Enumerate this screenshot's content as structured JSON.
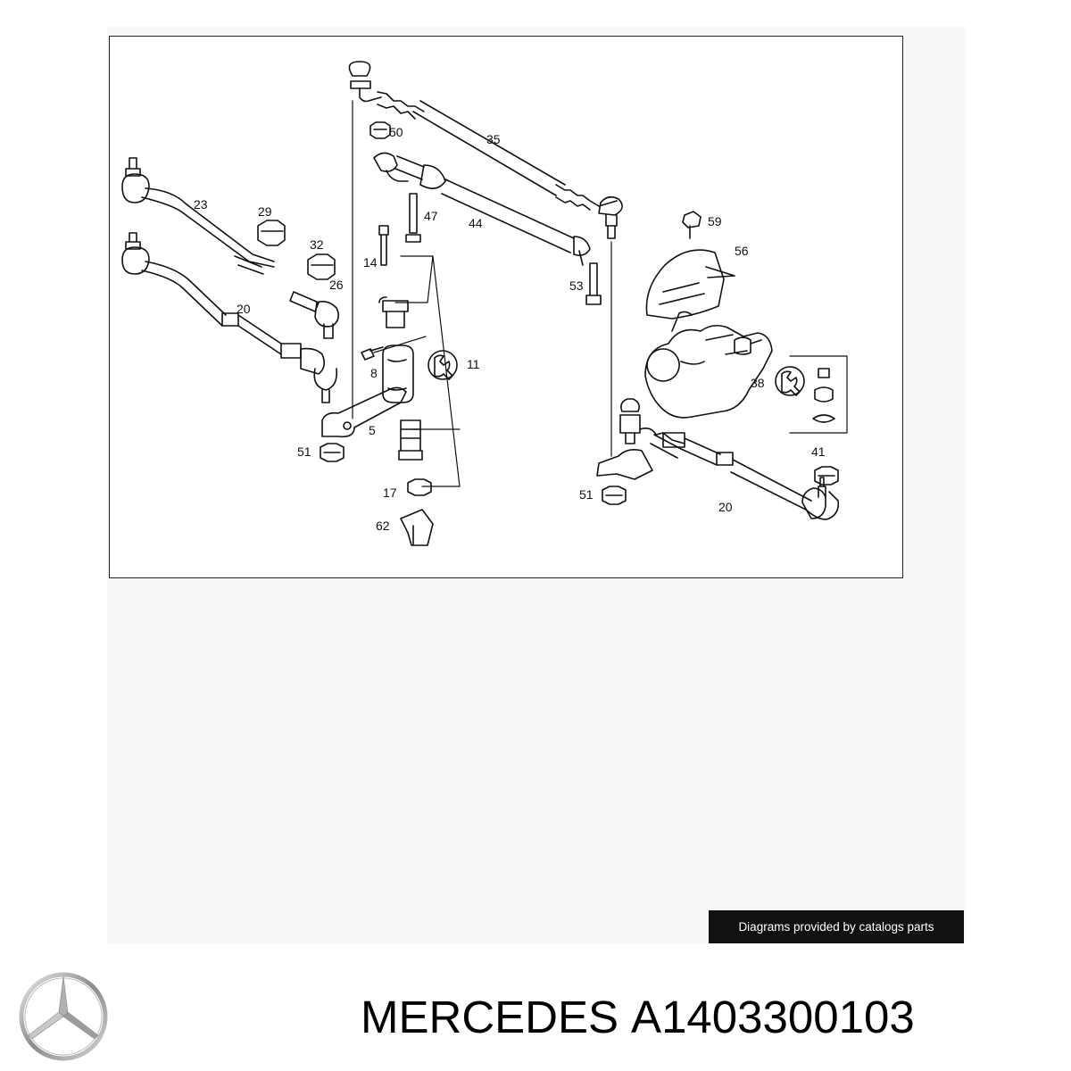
{
  "diagram": {
    "callouts": [
      {
        "id": "c35",
        "label": "35"
      },
      {
        "id": "c50",
        "label": "50"
      },
      {
        "id": "c23",
        "label": "23"
      },
      {
        "id": "c29",
        "label": "29"
      },
      {
        "id": "c47",
        "label": "47"
      },
      {
        "id": "c44",
        "label": "44"
      },
      {
        "id": "c59",
        "label": "59"
      },
      {
        "id": "c32",
        "label": "32"
      },
      {
        "id": "c56",
        "label": "56"
      },
      {
        "id": "c14",
        "label": "14"
      },
      {
        "id": "c26",
        "label": "26"
      },
      {
        "id": "c53",
        "label": "53"
      },
      {
        "id": "c20a",
        "label": "20"
      },
      {
        "id": "c11",
        "label": "11"
      },
      {
        "id": "c8",
        "label": "8"
      },
      {
        "id": "c38",
        "label": "38"
      },
      {
        "id": "c5",
        "label": "5"
      },
      {
        "id": "c51a",
        "label": "51"
      },
      {
        "id": "c41",
        "label": "41"
      },
      {
        "id": "c17",
        "label": "17"
      },
      {
        "id": "c51b",
        "label": "51"
      },
      {
        "id": "c20b",
        "label": "20"
      },
      {
        "id": "c62",
        "label": "62"
      }
    ]
  },
  "credit_text": "Diagrams provided by catalogs parts",
  "brand": "MERCEDES",
  "part_number": "A1403300103",
  "logo_icon": "mercedes-star-icon"
}
